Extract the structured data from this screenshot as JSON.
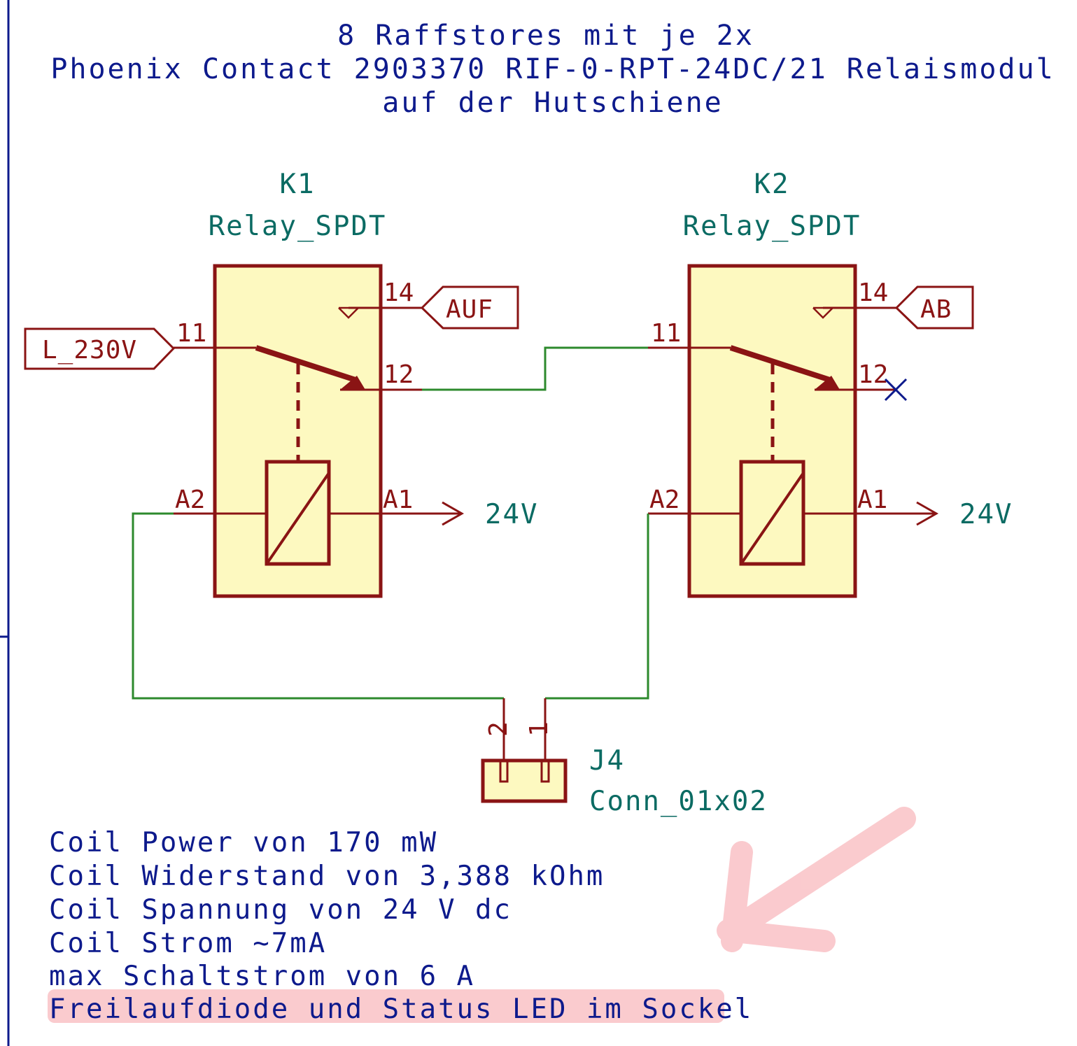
{
  "title": {
    "line1": "8 Raffstores mit je 2x",
    "line2": "Phoenix Contact 2903370 RIF-0-RPT-24DC/21 Relaismodul",
    "line3": "auf der Hutschiene"
  },
  "relays": [
    {
      "ref": "K1",
      "value": "Relay_SPDT",
      "pins": {
        "com": "11",
        "no": "14",
        "nc": "12",
        "coil_a2": "A2",
        "coil_a1": "A1"
      },
      "no_label": "AUF",
      "power": "24V"
    },
    {
      "ref": "K2",
      "value": "Relay_SPDT",
      "pins": {
        "com": "11",
        "no": "14",
        "nc": "12",
        "coil_a2": "A2",
        "coil_a1": "A1"
      },
      "no_label": "AB",
      "power": "24V"
    }
  ],
  "input_label": "L_230V",
  "connector": {
    "ref": "J4",
    "value": "Conn_01x02",
    "pin1": "1",
    "pin2": "2"
  },
  "notes": [
    "Coil Power von 170 mW",
    "Coil Widerstand von 3,388 kOhm",
    "Coil Spannung von 24 V dc",
    "Coil Strom ~7mA",
    "max Schaltstrom von 6 A",
    "Freilaufdiode und Status LED im Sockel"
  ],
  "colors": {
    "component": "#8a1414",
    "component_fill": "#fdf9c0",
    "wire": "#2d8a2d",
    "text": "#0d1a8c",
    "reference": "#0b6b63",
    "highlight": "#f7a8ae"
  }
}
